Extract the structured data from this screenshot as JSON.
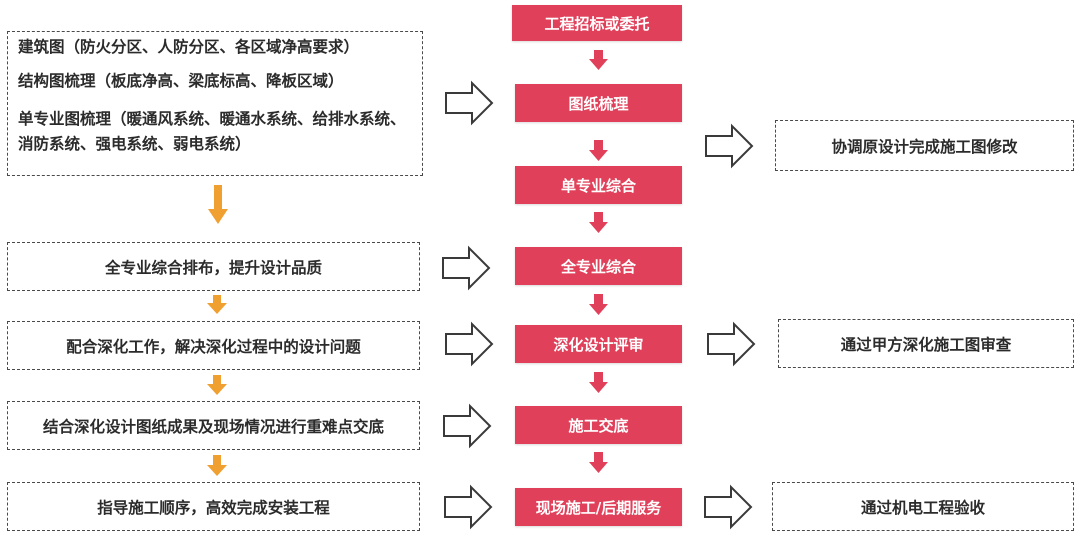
{
  "left_boxes": {
    "drawings": {
      "line1": "建筑图（防火分区、人防分区、各区域净高要求）",
      "line2": "结构图梳理（板底净高、梁底标高、降板区域）",
      "line3": "单专业图梳理（暖通风系统、暖通水系统、给排水系统、消防系统、强电系统、弱电系统）"
    },
    "coordination": "全专业综合排布，提升设计品质",
    "deepening": "配合深化工作，解决深化过程中的设计问题",
    "briefing": "结合深化设计图纸成果及现场情况进行重难点交底",
    "guidance": "指导施工顺序，高效完成安装工程"
  },
  "steps": {
    "s1": "工程招标或委托",
    "s2": "图纸梳理",
    "s3": "单专业综合",
    "s4": "全专业综合",
    "s5": "深化设计评审",
    "s6": "施工交底",
    "s7": "现场施工/后期服务"
  },
  "right_boxes": {
    "r1": "协调原设计完成施工图修改",
    "r2": "通过甲方深化施工图审查",
    "r3": "通过机电工程验收"
  },
  "colors": {
    "step_fill": "#e0405a",
    "down_arrow_red": "#e0405a",
    "down_arrow_orange": "#f0a030"
  }
}
